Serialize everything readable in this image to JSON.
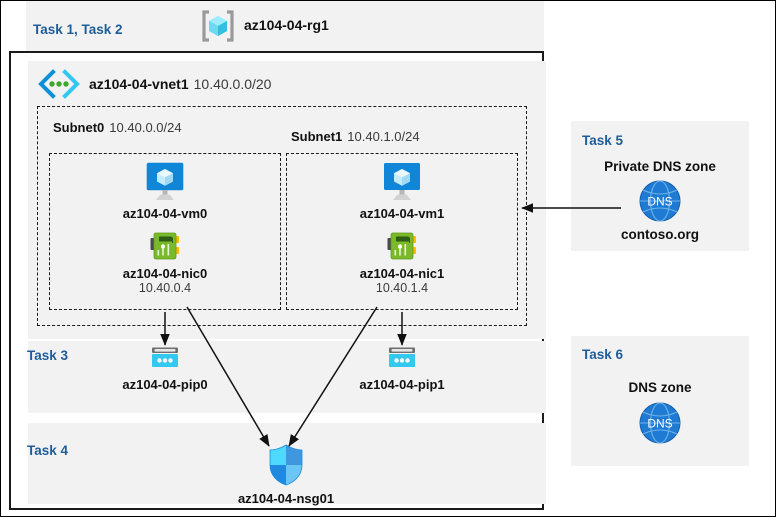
{
  "diagram": {
    "resource_group": {
      "task_label": "Task 1, Task 2",
      "name": "az104-04-rg1",
      "icon": "resource-group-icon"
    },
    "vnet": {
      "name": "az104-04-vnet1",
      "address_space": "10.40.0.0/20",
      "icon": "virtual-network-icon"
    },
    "subnets": [
      {
        "name": "Subnet0",
        "cidr": "10.40.0.0/24",
        "vm": {
          "name": "az104-04-vm0",
          "icon": "virtual-machine-icon"
        },
        "nic": {
          "name": "az104-04-nic0",
          "ip": "10.40.0.4",
          "icon": "network-interface-icon"
        }
      },
      {
        "name": "Subnet1",
        "cidr": "10.40.1.0/24",
        "vm": {
          "name": "az104-04-vm1",
          "icon": "virtual-machine-icon"
        },
        "nic": {
          "name": "az104-04-nic1",
          "ip": "10.40.1.4",
          "icon": "network-interface-icon"
        }
      }
    ],
    "public_ips": {
      "task_label": "Task 3",
      "items": [
        {
          "name": "az104-04-pip0",
          "icon": "public-ip-address-icon"
        },
        {
          "name": "az104-04-pip1",
          "icon": "public-ip-address-icon"
        }
      ]
    },
    "nsg": {
      "task_label": "Task 4",
      "name": "az104-04-nsg01",
      "icon": "network-security-group-icon"
    },
    "private_dns_zone": {
      "task_label": "Task 5",
      "title": "Private DNS zone",
      "zone_name": "contoso.org",
      "icon": "dns-zone-icon",
      "icon_text": "DNS"
    },
    "dns_zone": {
      "task_label": "Task 6",
      "title": "DNS zone",
      "icon": "dns-zone-icon",
      "icon_text": "DNS"
    },
    "colors": {
      "task_label": "#1f5c99",
      "panel_background": "#f2f2f2",
      "border": "#1a1a1a",
      "azure_blue": "#0078d4",
      "cyan": "#32c8f0",
      "nic_green": "#7ab929",
      "dns_blue": "#1f7ad4"
    }
  }
}
